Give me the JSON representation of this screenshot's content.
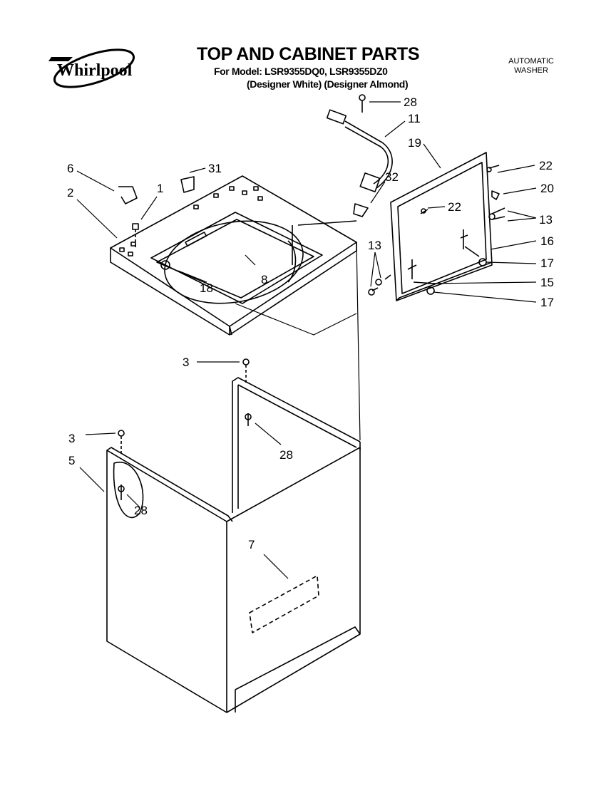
{
  "header": {
    "title": "TOP AND CABINET PARTS",
    "model_line": "For Model: LSR9355DQ0, LSR9355DZ0",
    "variant_line": "(Designer White) (Designer Almond)",
    "product_line1": "AUTOMATIC",
    "product_line2": "WASHER"
  },
  "brand": {
    "name": "Whirlpool",
    "logo_icon": "whirlpool-logo-icon"
  },
  "callouts": [
    "28",
    "11",
    "19",
    "22",
    "6",
    "31",
    "1",
    "2",
    "32",
    "20",
    "22",
    "13",
    "16",
    "13",
    "17",
    "8",
    "18",
    "15",
    "17",
    "3",
    "3",
    "28",
    "5",
    "28",
    "7"
  ],
  "parts": {
    "top": "top-panel",
    "cabinet": "cabinet",
    "console": "console-frame",
    "wire_harness": "wire-harness"
  }
}
